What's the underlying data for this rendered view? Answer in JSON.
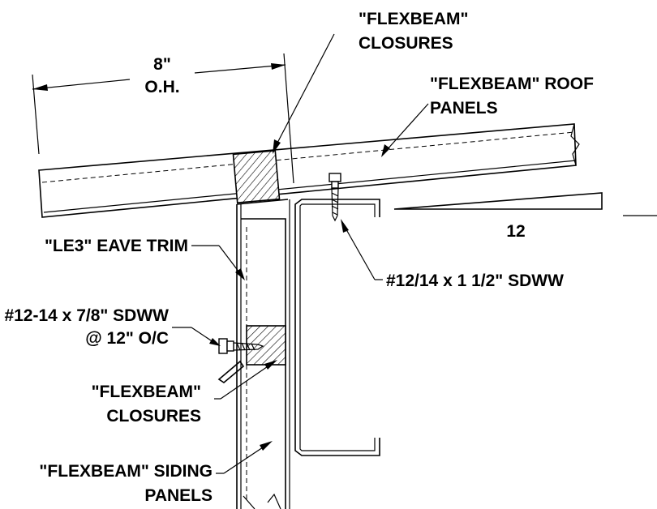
{
  "labels": {
    "top_closures_line1": "\"FLEXBEAM\"",
    "top_closures_line2": "CLOSURES",
    "overhang_value": "8\"",
    "overhang_unit": "O.H.",
    "roof_panels_line1": "\"FLEXBEAM\" ROOF",
    "roof_panels_line2": "PANELS",
    "slope_run": "12",
    "eave_trim": "\"LE3\" EAVE TRIM",
    "roof_screw": "#12/14 x 1 1/2\" SDWW",
    "side_screw_line1": "#12-14 x 7/8\" SDWW",
    "side_screw_line2": "@ 12\" O/C",
    "lower_closures_line1": "\"FLEXBEAM\"",
    "lower_closures_line2": "CLOSURES",
    "siding_line1": "\"FLEXBEAM\" SIDING",
    "siding_line2": "PANELS"
  }
}
